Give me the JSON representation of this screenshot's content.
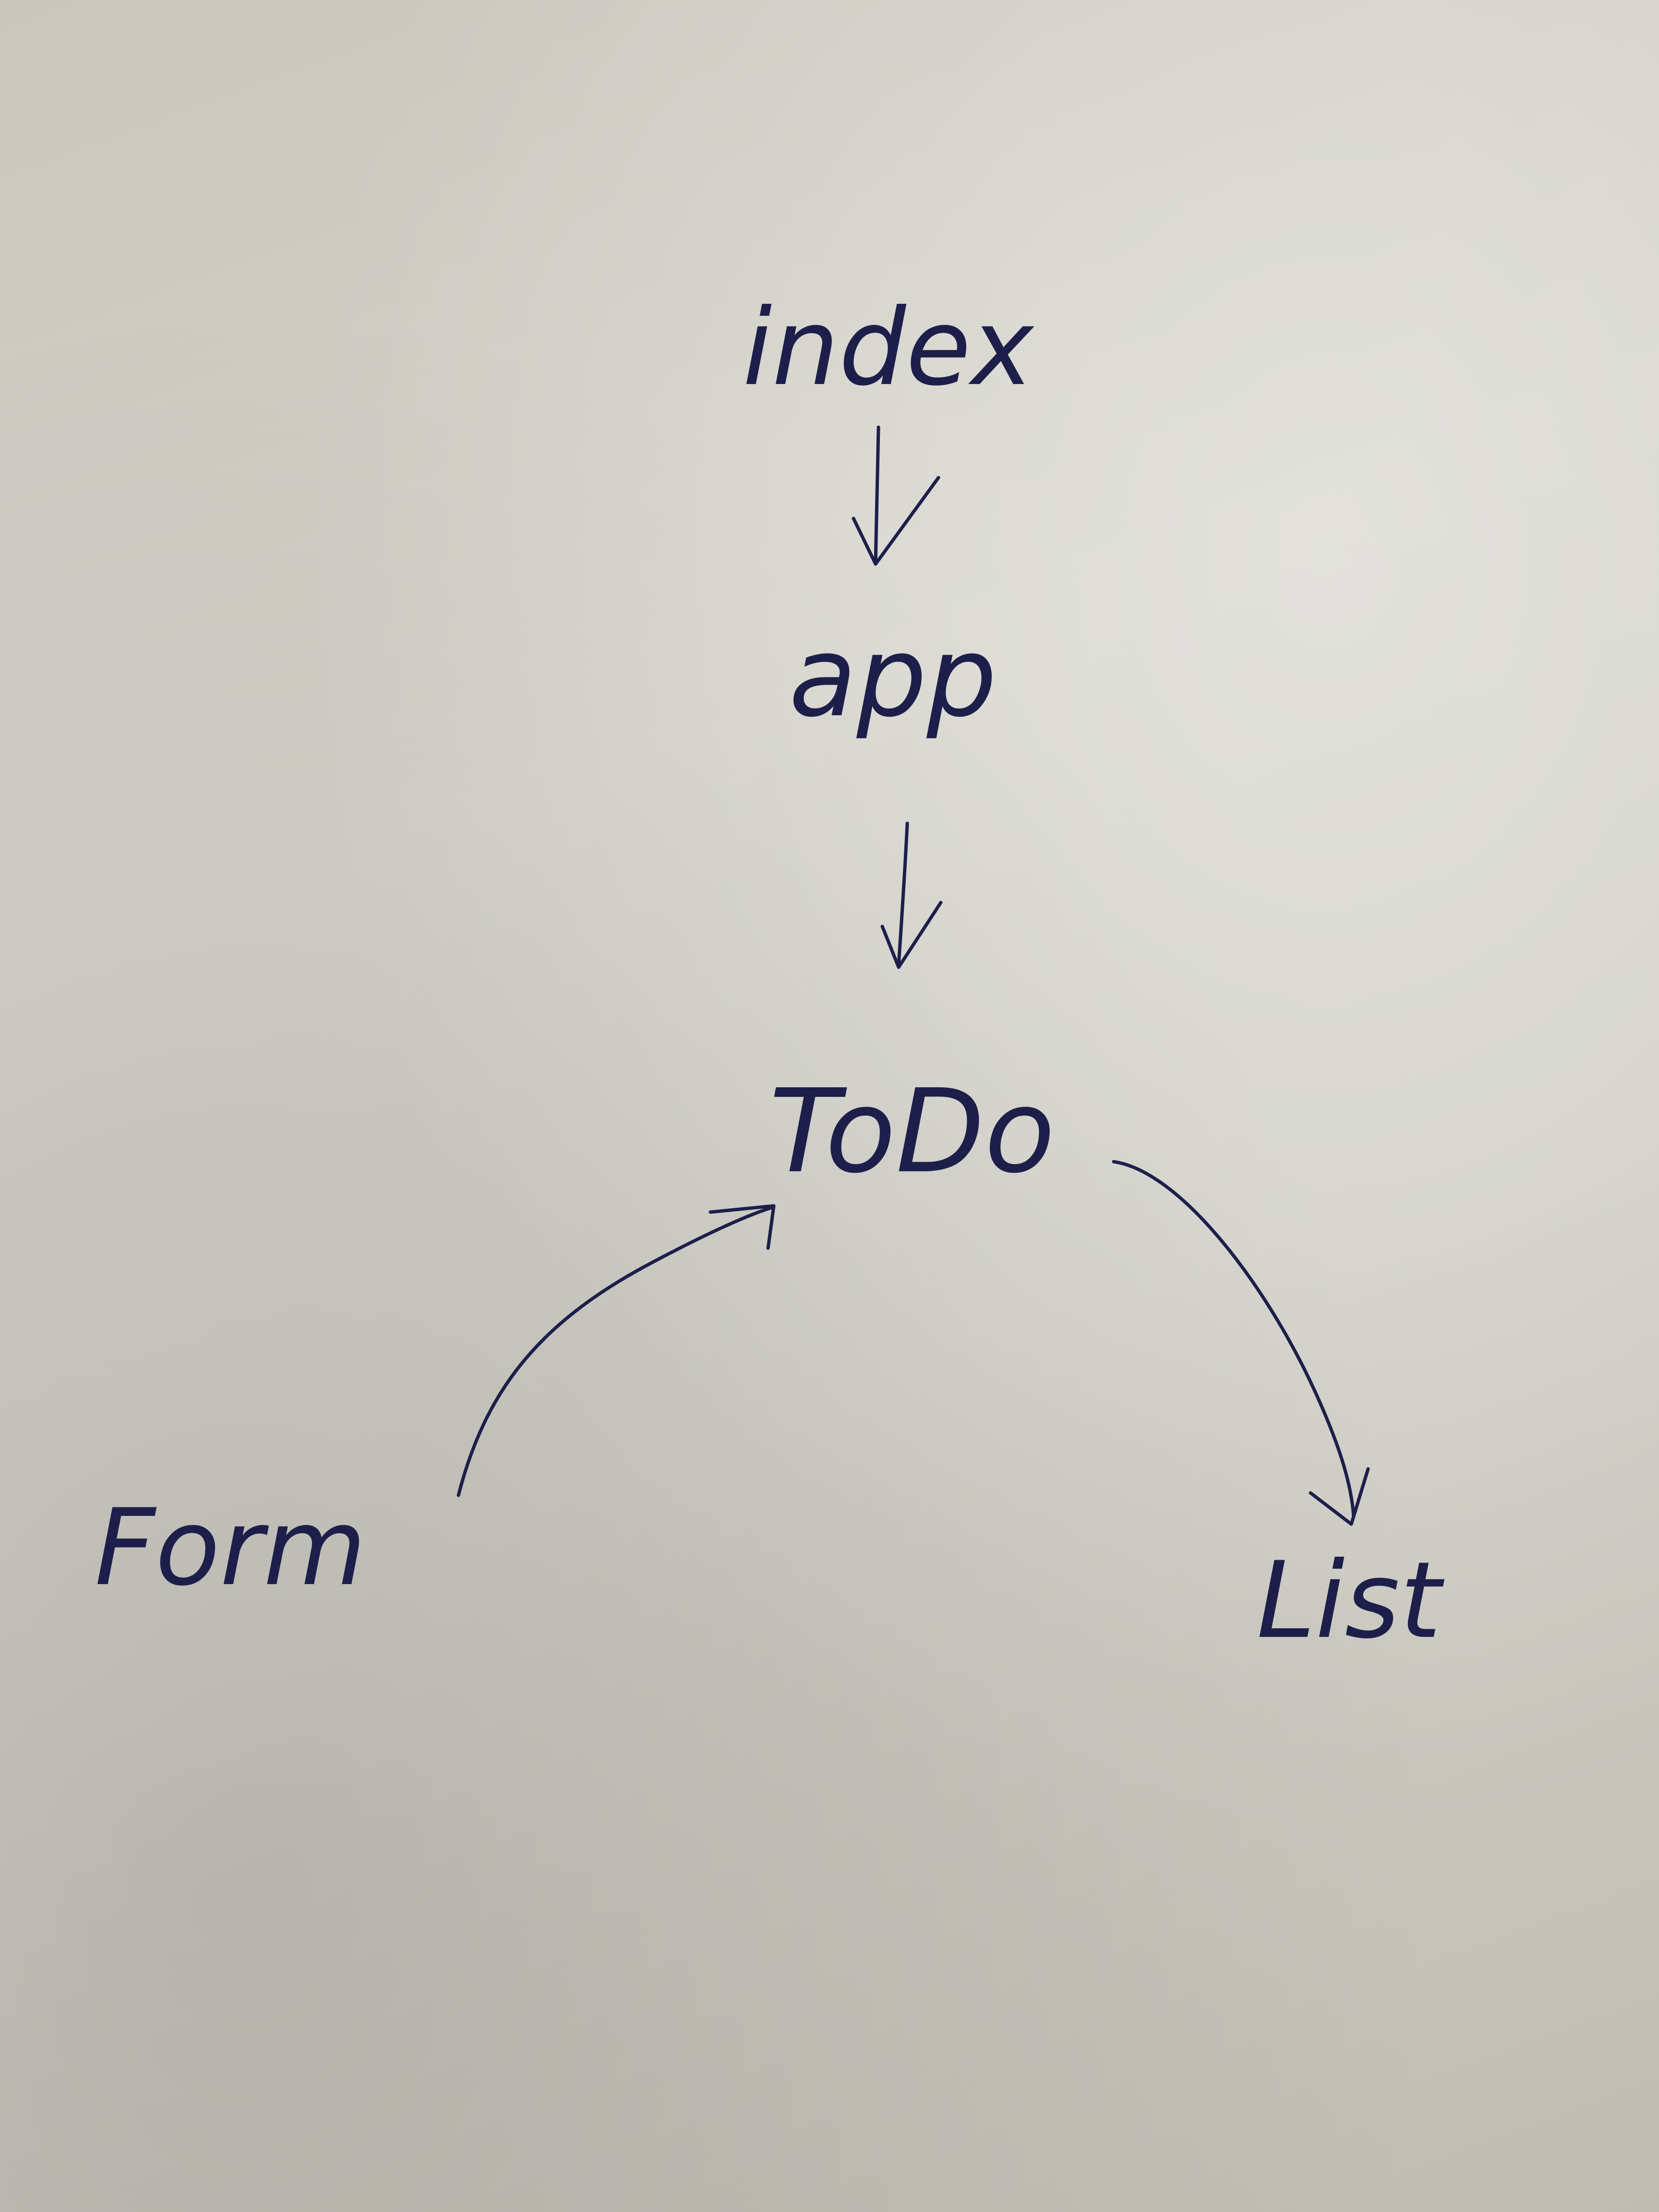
{
  "nodes": {
    "index": "index",
    "app": "app",
    "todo": "ToDo",
    "form": "Form",
    "list": "List"
  },
  "edges": [
    {
      "from": "index",
      "to": "app"
    },
    {
      "from": "app",
      "to": "todo"
    },
    {
      "from": "form",
      "to": "todo"
    },
    {
      "from": "todo",
      "to": "list"
    }
  ],
  "colors": {
    "ink": "#1d1f4a",
    "paper": "#cfcec6"
  }
}
